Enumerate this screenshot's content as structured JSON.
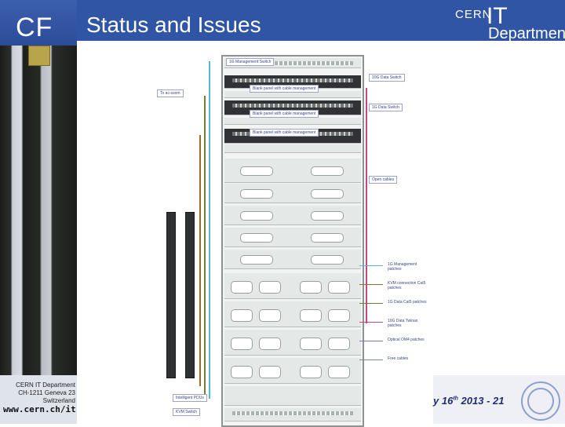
{
  "slide": {
    "logo_text": "CF",
    "title": "Status and Issues",
    "cern_logo": {
      "cern": "CERN",
      "it": "IT",
      "department": "Department"
    }
  },
  "diagram": {
    "callouts": [
      "1G Management Switch",
      "10G Data Switch",
      "To ac-ssom",
      "Blank panel with cable management",
      "1G Data Switch",
      "Blank panel with cable management",
      "Blank panel with cable management",
      "Open cables",
      "Intelligent PDUs",
      "KVM Switch"
    ],
    "legend": [
      {
        "label": "1G Management patches",
        "color": "#57b7d8"
      },
      {
        "label": "KVM connection Cat5 patches",
        "color": "#9c6b2e"
      },
      {
        "label": "1G Data Cat5 patches",
        "color": "#6f7f3a"
      },
      {
        "label": "10G Data Twinax patches",
        "color": "#c2478a"
      },
      {
        "label": "Optical OM4 patches",
        "color": "#8d6fb6"
      },
      {
        "label": "Free cables",
        "color": "#6e8f96"
      }
    ]
  },
  "footer": {
    "address_line1": "CERN IT Department",
    "address_line2": "CH-1211 Geneva 23",
    "address_line3": "Switzerland",
    "url": "www.cern.ch/it",
    "date_prefix": "y 16",
    "date_sup": "th",
    "date_suffix": " 2013 - 21"
  },
  "colors": {
    "header": "#2f55a4",
    "accent": "#1f2f6f"
  }
}
